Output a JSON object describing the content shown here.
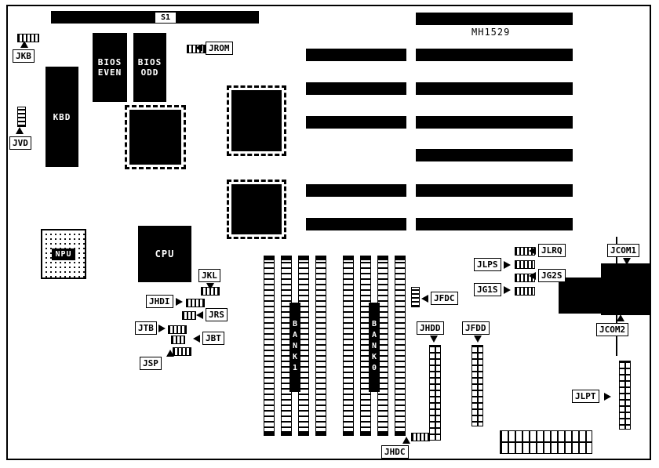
{
  "board": {
    "model": "MH1529",
    "switch_label": "S1"
  },
  "chips": {
    "kbd": "KBD",
    "bios_even": "BIOS EVEN",
    "bios_odd": "BIOS ODD",
    "npu": "NPU",
    "cpu": "CPU"
  },
  "banks": {
    "bank1": "BANK1",
    "bank0": "BANK0"
  },
  "callouts": {
    "jkb": "JKB",
    "jvd": "JVD",
    "jrom": "JROM",
    "jkl": "JKL",
    "jhdi": "JHDI",
    "jrs": "JRS",
    "jtb": "JTB",
    "jbt": "JBT",
    "jsp": "JSP",
    "jfdc": "JFDC",
    "jhdd": "JHDD",
    "jfdd": "JFDD",
    "jhdc": "JHDC",
    "jlrq": "JLRQ",
    "jlps": "JLPS",
    "jg2s": "JG2S",
    "jg1s": "JG1S",
    "jcom1": "JCOM1",
    "jcom2": "JCOM2",
    "jlpt": "JLPT"
  },
  "colors": {
    "ink": "#000000",
    "paper": "#ffffff"
  }
}
